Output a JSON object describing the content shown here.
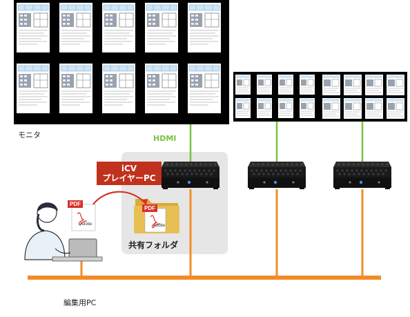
{
  "labels": {
    "monitor": "モニタ",
    "hdmi": "HDMI",
    "player_line1": "iCV",
    "player_line2": "プレイヤーPC",
    "shared_folder": "共有フォルダ",
    "editor_pc": "編集用PC",
    "pdf": "PDF",
    "adobe": "Adobe"
  },
  "colors": {
    "network": "#f28c28",
    "hdmi": "#7ac143",
    "badge": "#c0321e",
    "monitor_frame": "#000000",
    "folder": "#e0b84a"
  },
  "icons": [
    "monitor-wall",
    "player-pc-icon",
    "pdf-file-icon",
    "shared-folder-icon",
    "person-laptop-icon"
  ]
}
